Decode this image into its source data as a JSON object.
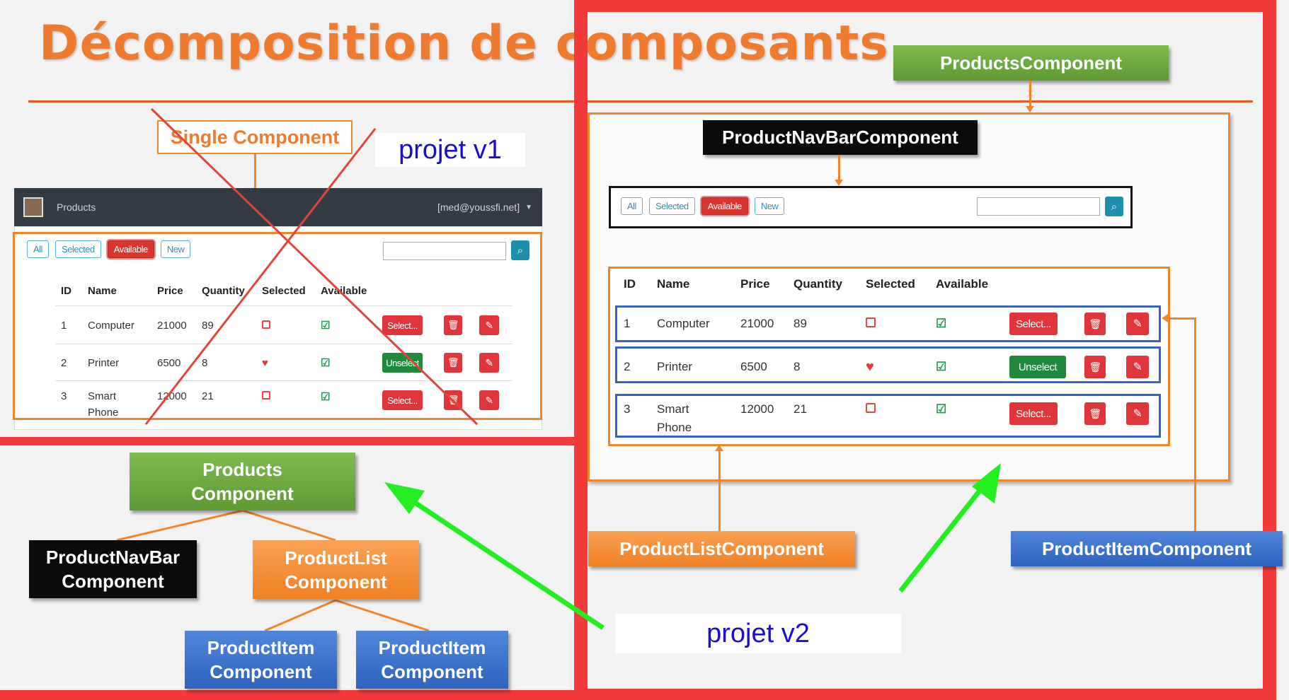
{
  "title": "Décomposition de composants",
  "v1": {
    "single_label": "Single Component",
    "projet_label": "projet v1",
    "navbar_brand": "Products",
    "navbar_user": "[med@youssfi.net]",
    "filters": [
      "All",
      "Selected",
      "Available",
      "New"
    ],
    "headers": [
      "ID",
      "Name",
      "Price",
      "Quantity",
      "Selected",
      "Available"
    ],
    "rows": [
      {
        "id": "1",
        "name": "Computer",
        "price": "21000",
        "qty": "89",
        "action": "Select..."
      },
      {
        "id": "2",
        "name": "Printer",
        "price": "6500",
        "qty": "8",
        "action": "Unselect"
      },
      {
        "id": "3",
        "name": "Smart Phone",
        "price": "12000",
        "qty": "21",
        "action": "Select..."
      }
    ]
  },
  "tree": {
    "products": "Products Component",
    "navbar": "ProductNavBar Component",
    "list": "ProductList Component",
    "item1": "ProductItem Component",
    "item2": "ProductItem Component"
  },
  "v2": {
    "products_component": "ProductsComponent",
    "navbar_component": "ProductNavBarComponent",
    "list_component": "ProductListComponent",
    "item_component": "ProductItemComponent",
    "projet_label": "projet v2",
    "filters": [
      "All",
      "Selected",
      "Available",
      "New"
    ],
    "headers": [
      "ID",
      "Name",
      "Price",
      "Quantity",
      "Selected",
      "Available"
    ],
    "rows": [
      {
        "id": "1",
        "name": "Computer",
        "price": "21000",
        "qty": "89",
        "action": "Select..."
      },
      {
        "id": "2",
        "name": "Printer",
        "price": "6500",
        "qty": "8",
        "action": "Unselect"
      },
      {
        "id": "3",
        "name": "Smart Phone",
        "price": "12000",
        "qty": "21",
        "action": "Select..."
      }
    ]
  },
  "colors": {
    "frame_red": "#f23a3a",
    "accent_orange": "#ee7b2f",
    "green_arrow": "#22ee22",
    "projet_blue": "#1a10c8"
  },
  "icons": {
    "search": "search-icon",
    "delete": "trash-icon",
    "edit": "edit-icon",
    "selected_true": "heart-icon",
    "selected_false": "empty-square-icon",
    "available": "check-icon",
    "avatar": "avatar"
  }
}
